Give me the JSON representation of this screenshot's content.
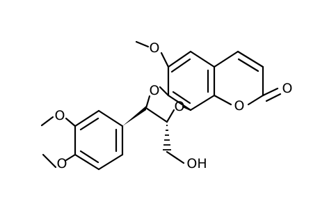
{
  "molecule": {
    "atoms": {
      "o_methoxy_top": "O",
      "o_dioxane_left": "O",
      "o_dioxane_right": "O",
      "o_lactone_ring": "O",
      "o_carbonyl": "O",
      "o_methoxy_meta": "O",
      "o_methoxy_para": "O",
      "oh_group": "OH"
    }
  }
}
